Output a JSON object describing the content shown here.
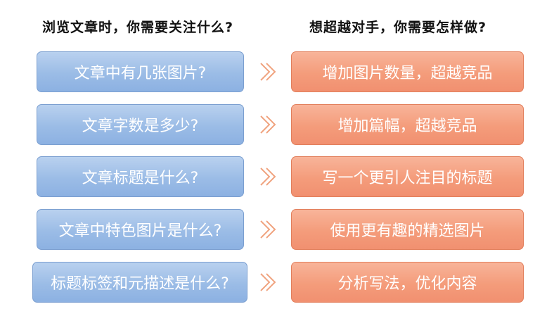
{
  "headers": {
    "left": "浏览文章时，你需要关注什么?",
    "right": "想超越对手，你需要怎样做?"
  },
  "rows": [
    {
      "question": "文章中有几张图片?",
      "answer": "增加图片数量，超越竞品"
    },
    {
      "question": "文章字数是多少?",
      "answer": "增加篇幅，超越竞品"
    },
    {
      "question": "文章标题是什么?",
      "answer": "写一个更引人注目的标题"
    },
    {
      "question": "文章中特色图片是什么?",
      "answer": "使用更有趣的精选图片"
    },
    {
      "question": "标题标签和元描述是什么?",
      "answer": "分析写法，优化内容"
    }
  ],
  "colors": {
    "question_fill": "#9bbce6",
    "question_border": "#7b9fd0",
    "answer_fill": "#f49c7b",
    "answer_border": "#e27f5c",
    "chevron": "#f0a37f"
  },
  "icons": {
    "arrow": "double-chevron-right-icon"
  }
}
